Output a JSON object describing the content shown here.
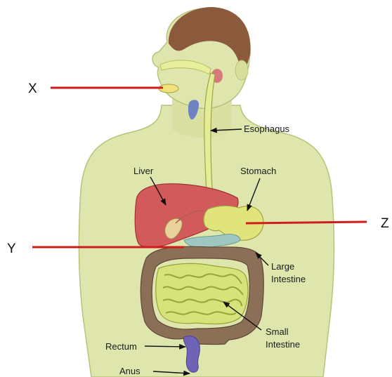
{
  "markers": {
    "x": "X",
    "y": "Y",
    "z": "Z"
  },
  "labels": {
    "esophagus": "Esophagus",
    "liver": "Liver",
    "stomach": "Stomach",
    "large_intestine_1": "Large",
    "large_intestine_2": "Intestine",
    "small_intestine_1": "Small",
    "small_intestine_2": "Intestine",
    "rectum": "Rectum",
    "anus": "Anus"
  },
  "colors": {
    "skin": "#dfe6ad",
    "hair": "#8b5a3c",
    "esophagus": "#e4ec9a",
    "liver": "#d25a5a",
    "stomach": "#e0e47a",
    "large_intestine": "#8b6f57",
    "small_intestine": "#d6e37a",
    "rectum": "#6f63b8",
    "pointer": "#d11c1c"
  }
}
